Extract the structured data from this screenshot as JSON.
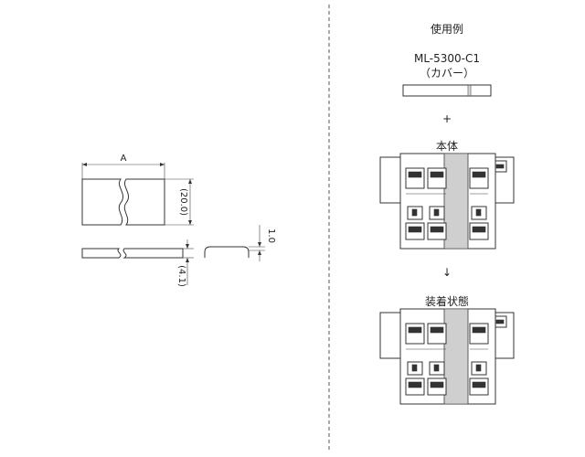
{
  "dimensions": {
    "width_label": "A",
    "height_label": "(20.0)",
    "thickness_label": "(4.1)",
    "wall_label": "1.0"
  },
  "usage": {
    "title": "使用例",
    "part_number": "ML-5300-C1",
    "part_name": "（カバー）",
    "plus": "+",
    "body_label": "本体",
    "arrow": "↓",
    "installed_label": "装着状態"
  }
}
